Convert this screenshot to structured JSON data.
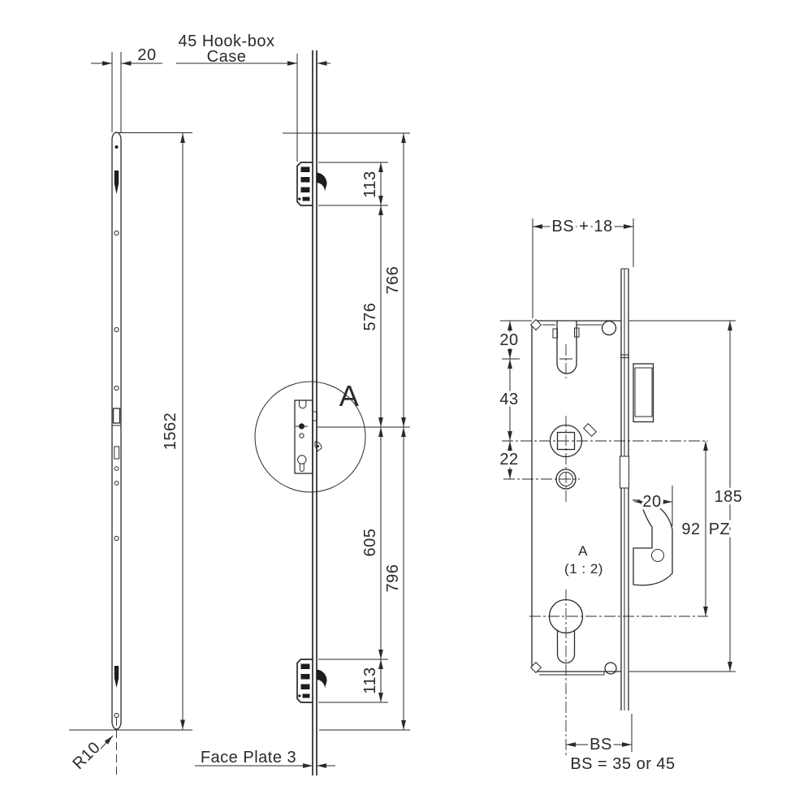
{
  "drawing": {
    "background": "#ffffff",
    "line_color": "#2a2a2a"
  },
  "main_view": {
    "faceplate_width_dim": "20",
    "hookbox_label_line1": "45 Hook-box",
    "hookbox_label_line2": "Case",
    "overall_length_dim": "1562",
    "top_hook_height_dim": "113",
    "top_section_dim": "766",
    "upper_hook_to_center_dim": "576",
    "lower_hook_to_center_dim": "605",
    "bottom_section_dim": "796",
    "bottom_hook_height_dim": "113",
    "end_radius_label": "R10",
    "faceplate_thickness_label": "Face Plate 3",
    "detail_marker": "A"
  },
  "detail_view": {
    "title": "A",
    "scale_label": "(1 : 2)",
    "case_width_dim": "BS + 18",
    "notch_offset_dim": "20",
    "spindle_offset_dim": "43",
    "cylinder_offset_dim": "22",
    "case_height_dim": "185",
    "pz_dim_value": "92",
    "pz_dim_label": "PZ",
    "hook_width_dim": "20",
    "backset_dim": "BS",
    "backset_note": "BS = 35 or 45"
  }
}
